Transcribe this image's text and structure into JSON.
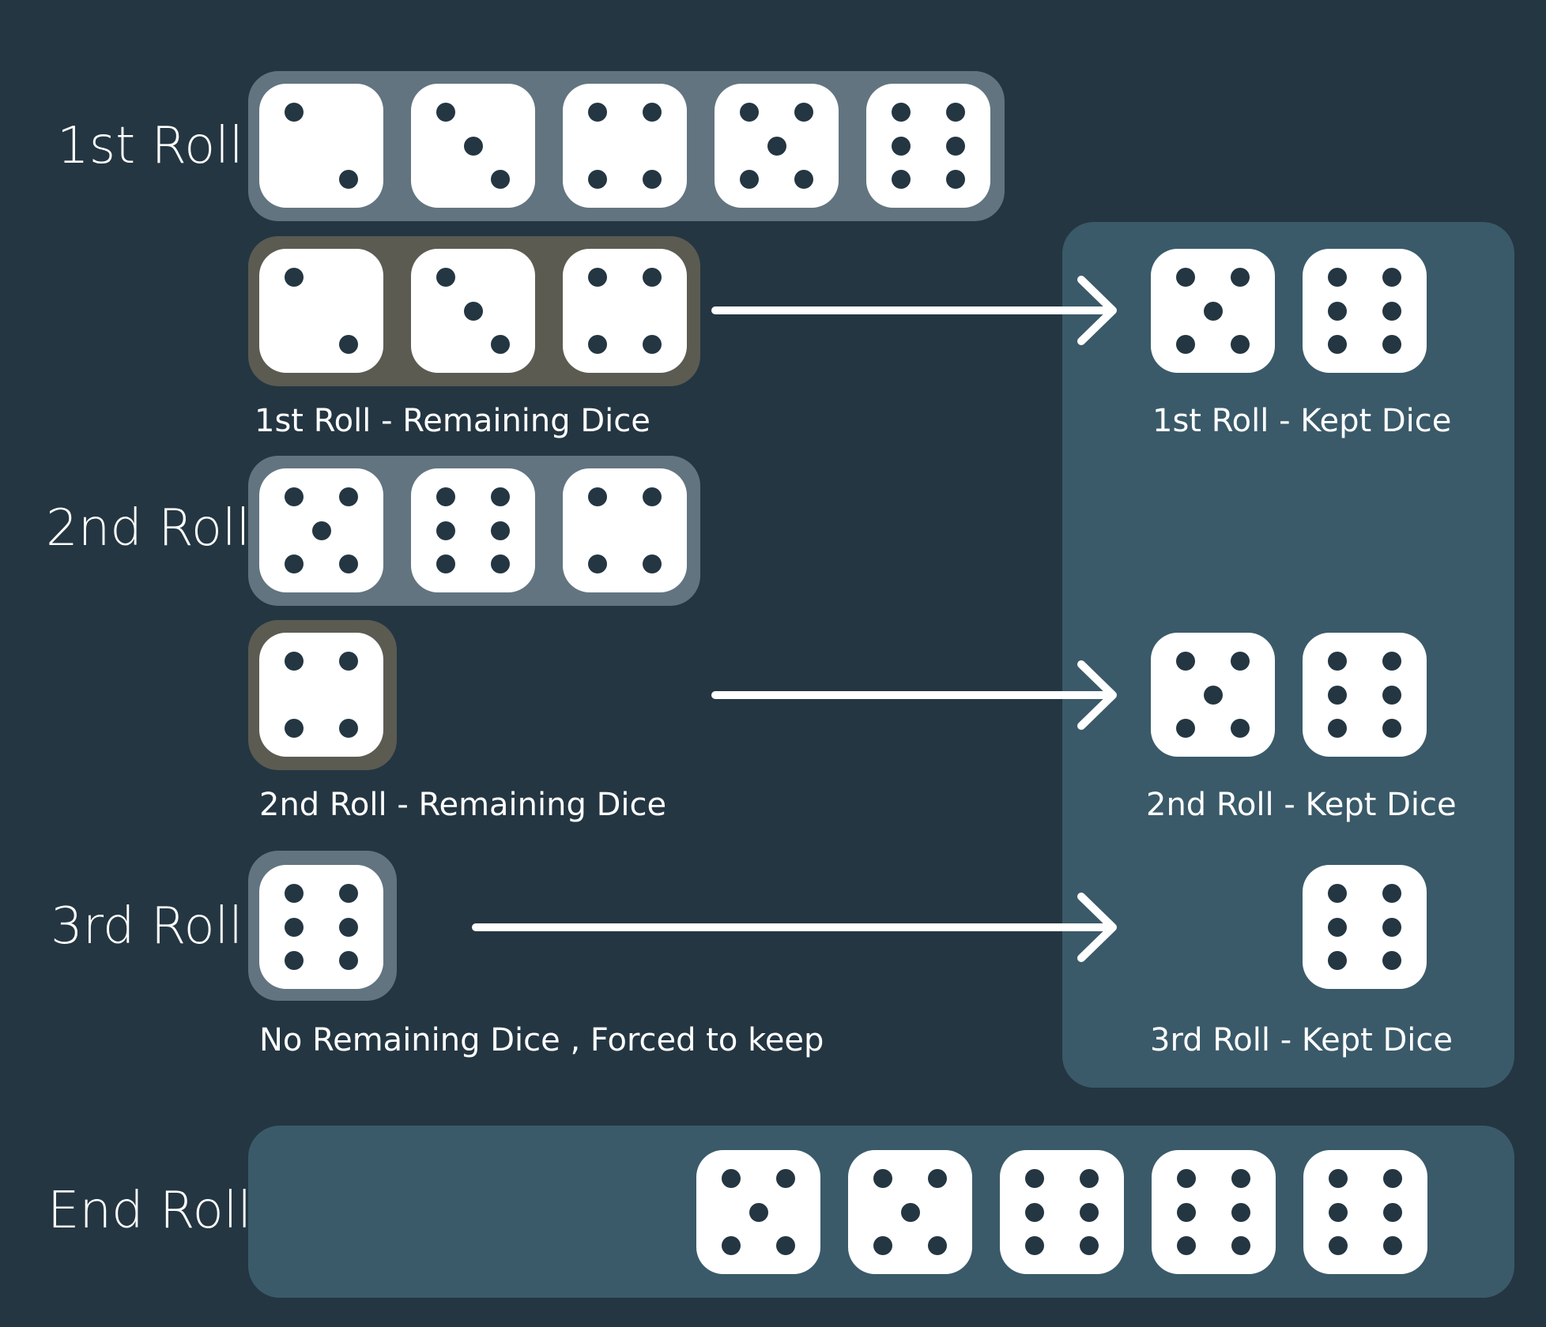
{
  "labels": {
    "roll1": "1st Roll",
    "roll2": "2nd Roll",
    "roll3": "3rd Roll",
    "end": "End Roll"
  },
  "captions": {
    "roll1_remaining": "1st Roll - Remaining Dice",
    "roll1_kept": "1st Roll - Kept Dice",
    "roll2_remaining": "2nd Roll - Remaining Dice",
    "roll2_kept": "2nd Roll - Kept Dice",
    "roll3_remaining": "No Remaining Dice , Forced to keep",
    "roll3_kept": "3rd Roll - Kept Dice"
  },
  "dice": {
    "roll1": [
      2,
      3,
      4,
      5,
      6
    ],
    "roll1_remaining": [
      2,
      3,
      4
    ],
    "roll1_kept": [
      5,
      6
    ],
    "roll2": [
      5,
      6,
      4
    ],
    "roll2_remaining": [
      4
    ],
    "roll2_kept": [
      5,
      6
    ],
    "roll3": [
      6
    ],
    "roll3_kept": [
      6
    ],
    "end": [
      5,
      5,
      6,
      6,
      6
    ]
  },
  "colors": {
    "background": "#243642",
    "roll_tray": "#627480",
    "remaining_tray": "#5b5b52",
    "kept_panel": "#3a5a69",
    "die_face": "#ffffff",
    "pip": "#243642"
  }
}
